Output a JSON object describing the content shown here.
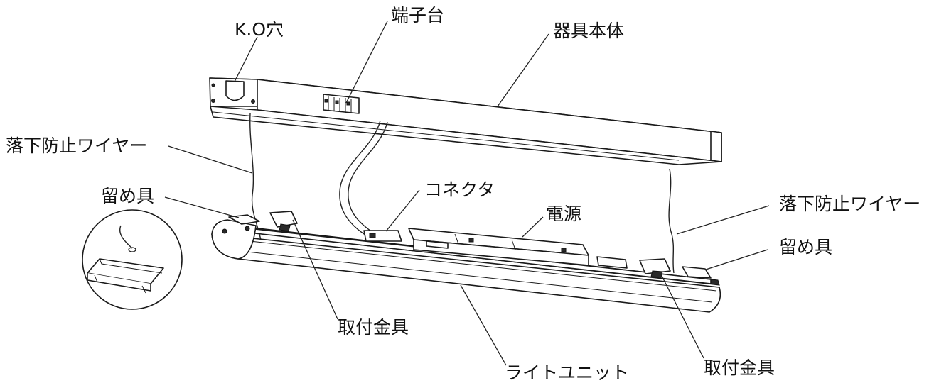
{
  "labels": {
    "ko_hole": "K.O穴",
    "terminal_block": "端子台",
    "fixture_body": "器具本体",
    "fall_wire_left": "落下防止ワイヤー",
    "clip_left": "留め具",
    "connector": "コネクタ",
    "power_supply": "電源",
    "fall_wire_right": "落下防止ワイヤー",
    "clip_right": "留め具",
    "bracket_left": "取付金具",
    "bracket_right": "取付金具",
    "light_unit": "ライトユニット"
  }
}
